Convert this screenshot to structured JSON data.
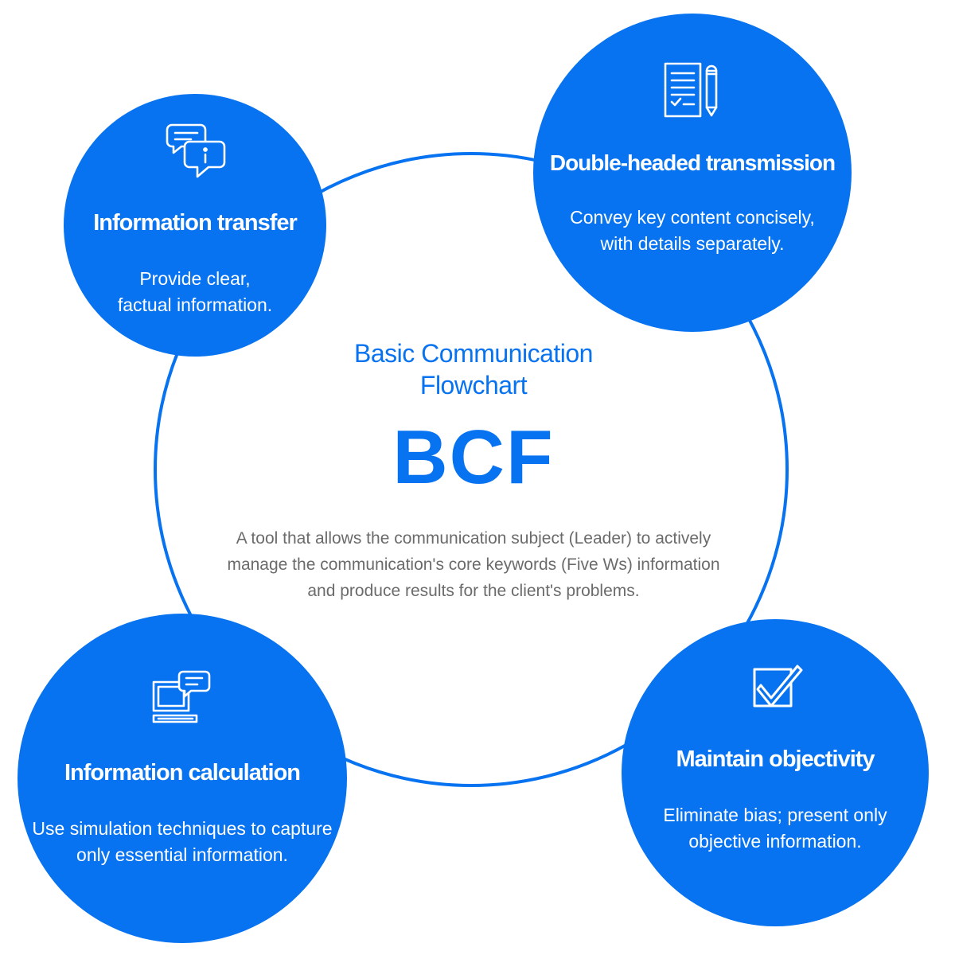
{
  "colors": {
    "accent": "#0873f0",
    "bubble_text": "#ffffff",
    "description_text": "#6b6b6b"
  },
  "center": {
    "subtitle": "Basic Communication\nFlowchart",
    "title": "BCF",
    "description": "A tool that allows the communication subject (Leader) to actively\nmanage the communication's core keywords (Five Ws) information\nand produce results for the client's problems."
  },
  "bubbles": [
    {
      "icon": "chat-info-icon",
      "heading": "Information transfer",
      "description": "Provide clear,\nfactual information."
    },
    {
      "icon": "document-pencil-icon",
      "heading": "Double-headed transmission",
      "description": "Convey key content concisely,\nwith details separately."
    },
    {
      "icon": "computer-chat-icon",
      "heading": "Information calculation",
      "description": "Use simulation techniques to capture\nonly essential information."
    },
    {
      "icon": "checkbox-icon",
      "heading": "Maintain objectivity",
      "description": "Eliminate bias; present only\nobjective information."
    }
  ]
}
